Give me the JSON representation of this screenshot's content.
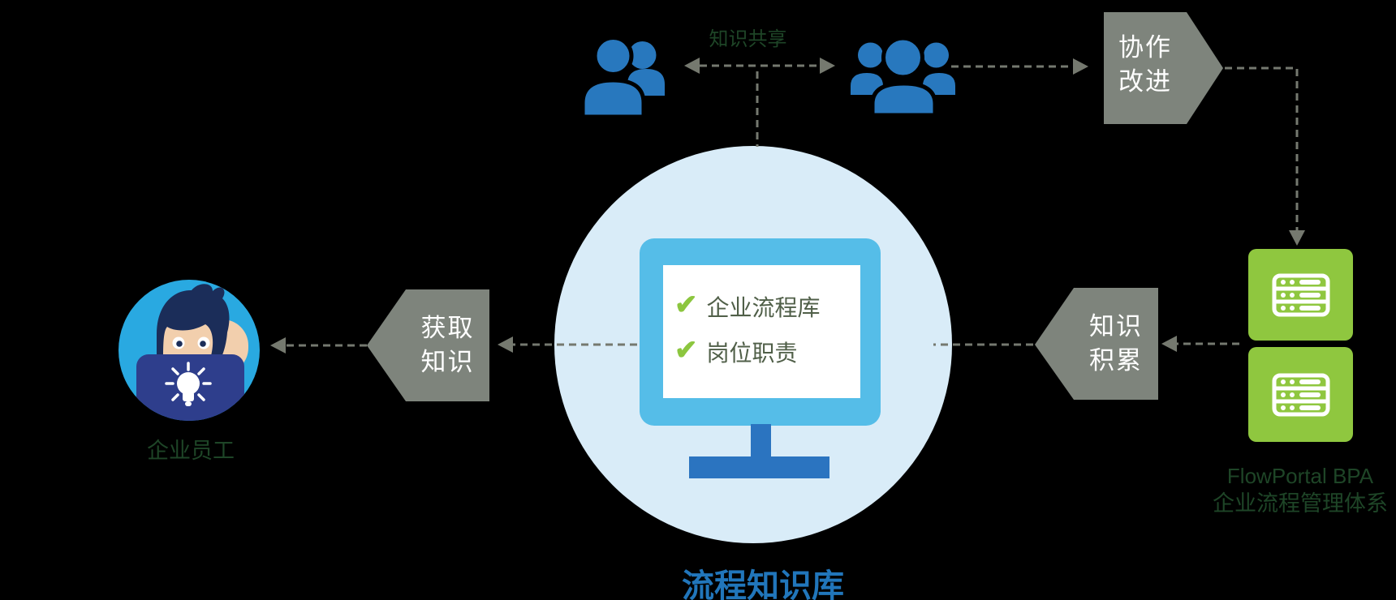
{
  "title": "流程知识库",
  "top_flow": {
    "share_label": "知识共享",
    "collab_line1": "协作",
    "collab_line2": "改进"
  },
  "right_flow": {
    "accum_line1": "知识",
    "accum_line2": "积累",
    "platform_name": "FlowPortal BPA",
    "platform_desc": "企业流程管理体系"
  },
  "left_flow": {
    "acquire_line1": "获取",
    "acquire_line2": "知识",
    "employee_label": "企业员工"
  },
  "knowledge_base": {
    "check_glyph": "✔",
    "items": [
      "企业流程库",
      "岗位职责"
    ]
  },
  "icons": {
    "employee": "person-at-laptop-icon",
    "pair": "two-users-icon",
    "group": "three-users-icon",
    "server": "server-rack-icon",
    "check": "check-icon"
  },
  "colors": {
    "background": "#000000",
    "hub_circle": "#d9ecf8",
    "monitor_frame": "#55bde8",
    "monitor_stand": "#2b74c0",
    "screen": "#ffffff",
    "people_blue": "#2878be",
    "avatar_circle": "#29a9e1",
    "avatar_navy": "#1b2d59",
    "avatar_laptop": "#2e3e8c",
    "avatar_skin": "#f2cfad",
    "arrow_gray": "#75796f",
    "shape_gray": "#7e847c",
    "server_green": "#8fc73f",
    "check_green": "#8cc63f",
    "deep_green_text": "#1e4527",
    "screen_text_green": "#505f48",
    "title_blue": "#2176bb"
  }
}
